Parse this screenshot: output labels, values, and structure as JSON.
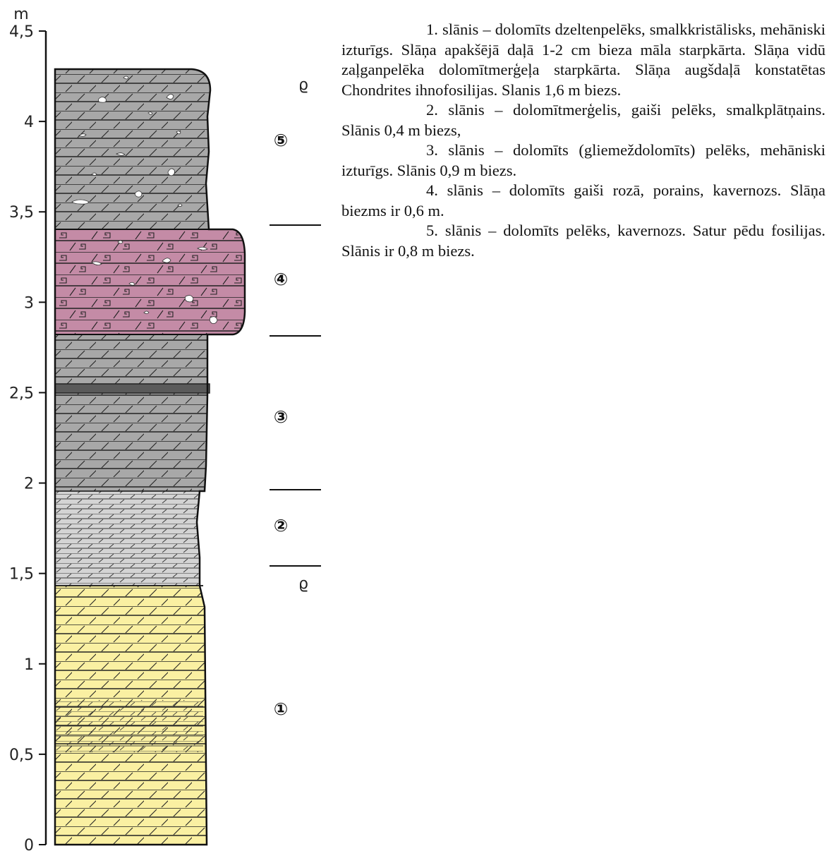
{
  "axis": {
    "unit": "m",
    "ticks": [
      "0",
      "0,5",
      "1",
      "1,5",
      "2",
      "2,5",
      "3",
      "3,5",
      "4",
      "4,5"
    ]
  },
  "layer_labels": [
    "①",
    "②",
    "③",
    "④",
    "⑤"
  ],
  "trace_fossil_symbol": "ϱ",
  "descriptions": [
    "1. slānis – dolomīts dzeltenpelēks, smalkkristālisks, mehāniski izturīgs. Slāņa apakšējā daļā 1-2 cm bieza māla starpkārta. Slāņa vidū zaļganpelēka dolomītmerģeļa starpkārta. Slāņa augšdaļā konstatētas Chondrites ihnofosilijas. Slanis 1,6 m biezs.",
    "2. slānis – dolomītmerģelis, gaiši pelēks, smalkplātņains. Slānis 0,4 m biezs,",
    "3. slānis – dolomīts (gliemeždolomīts) pelēks, mehāniski izturīgs. Slānis 0,9 m biezs.",
    "4. slānis – dolomīts gaiši rozā, porains, kavernozs. Slāņa biezms ir 0,6 m.",
    "5. slānis – dolomīts pelēks, kavernozs. Satur pēdu fosilijas. Slānis ir 0,8 m biezs."
  ],
  "colors": {
    "layer1": "#faf0a2",
    "layer2": "#d4d4d4",
    "layer3": "#a8a8a8",
    "layer4": "#c48ba6",
    "layer5": "#a8a8a8"
  }
}
